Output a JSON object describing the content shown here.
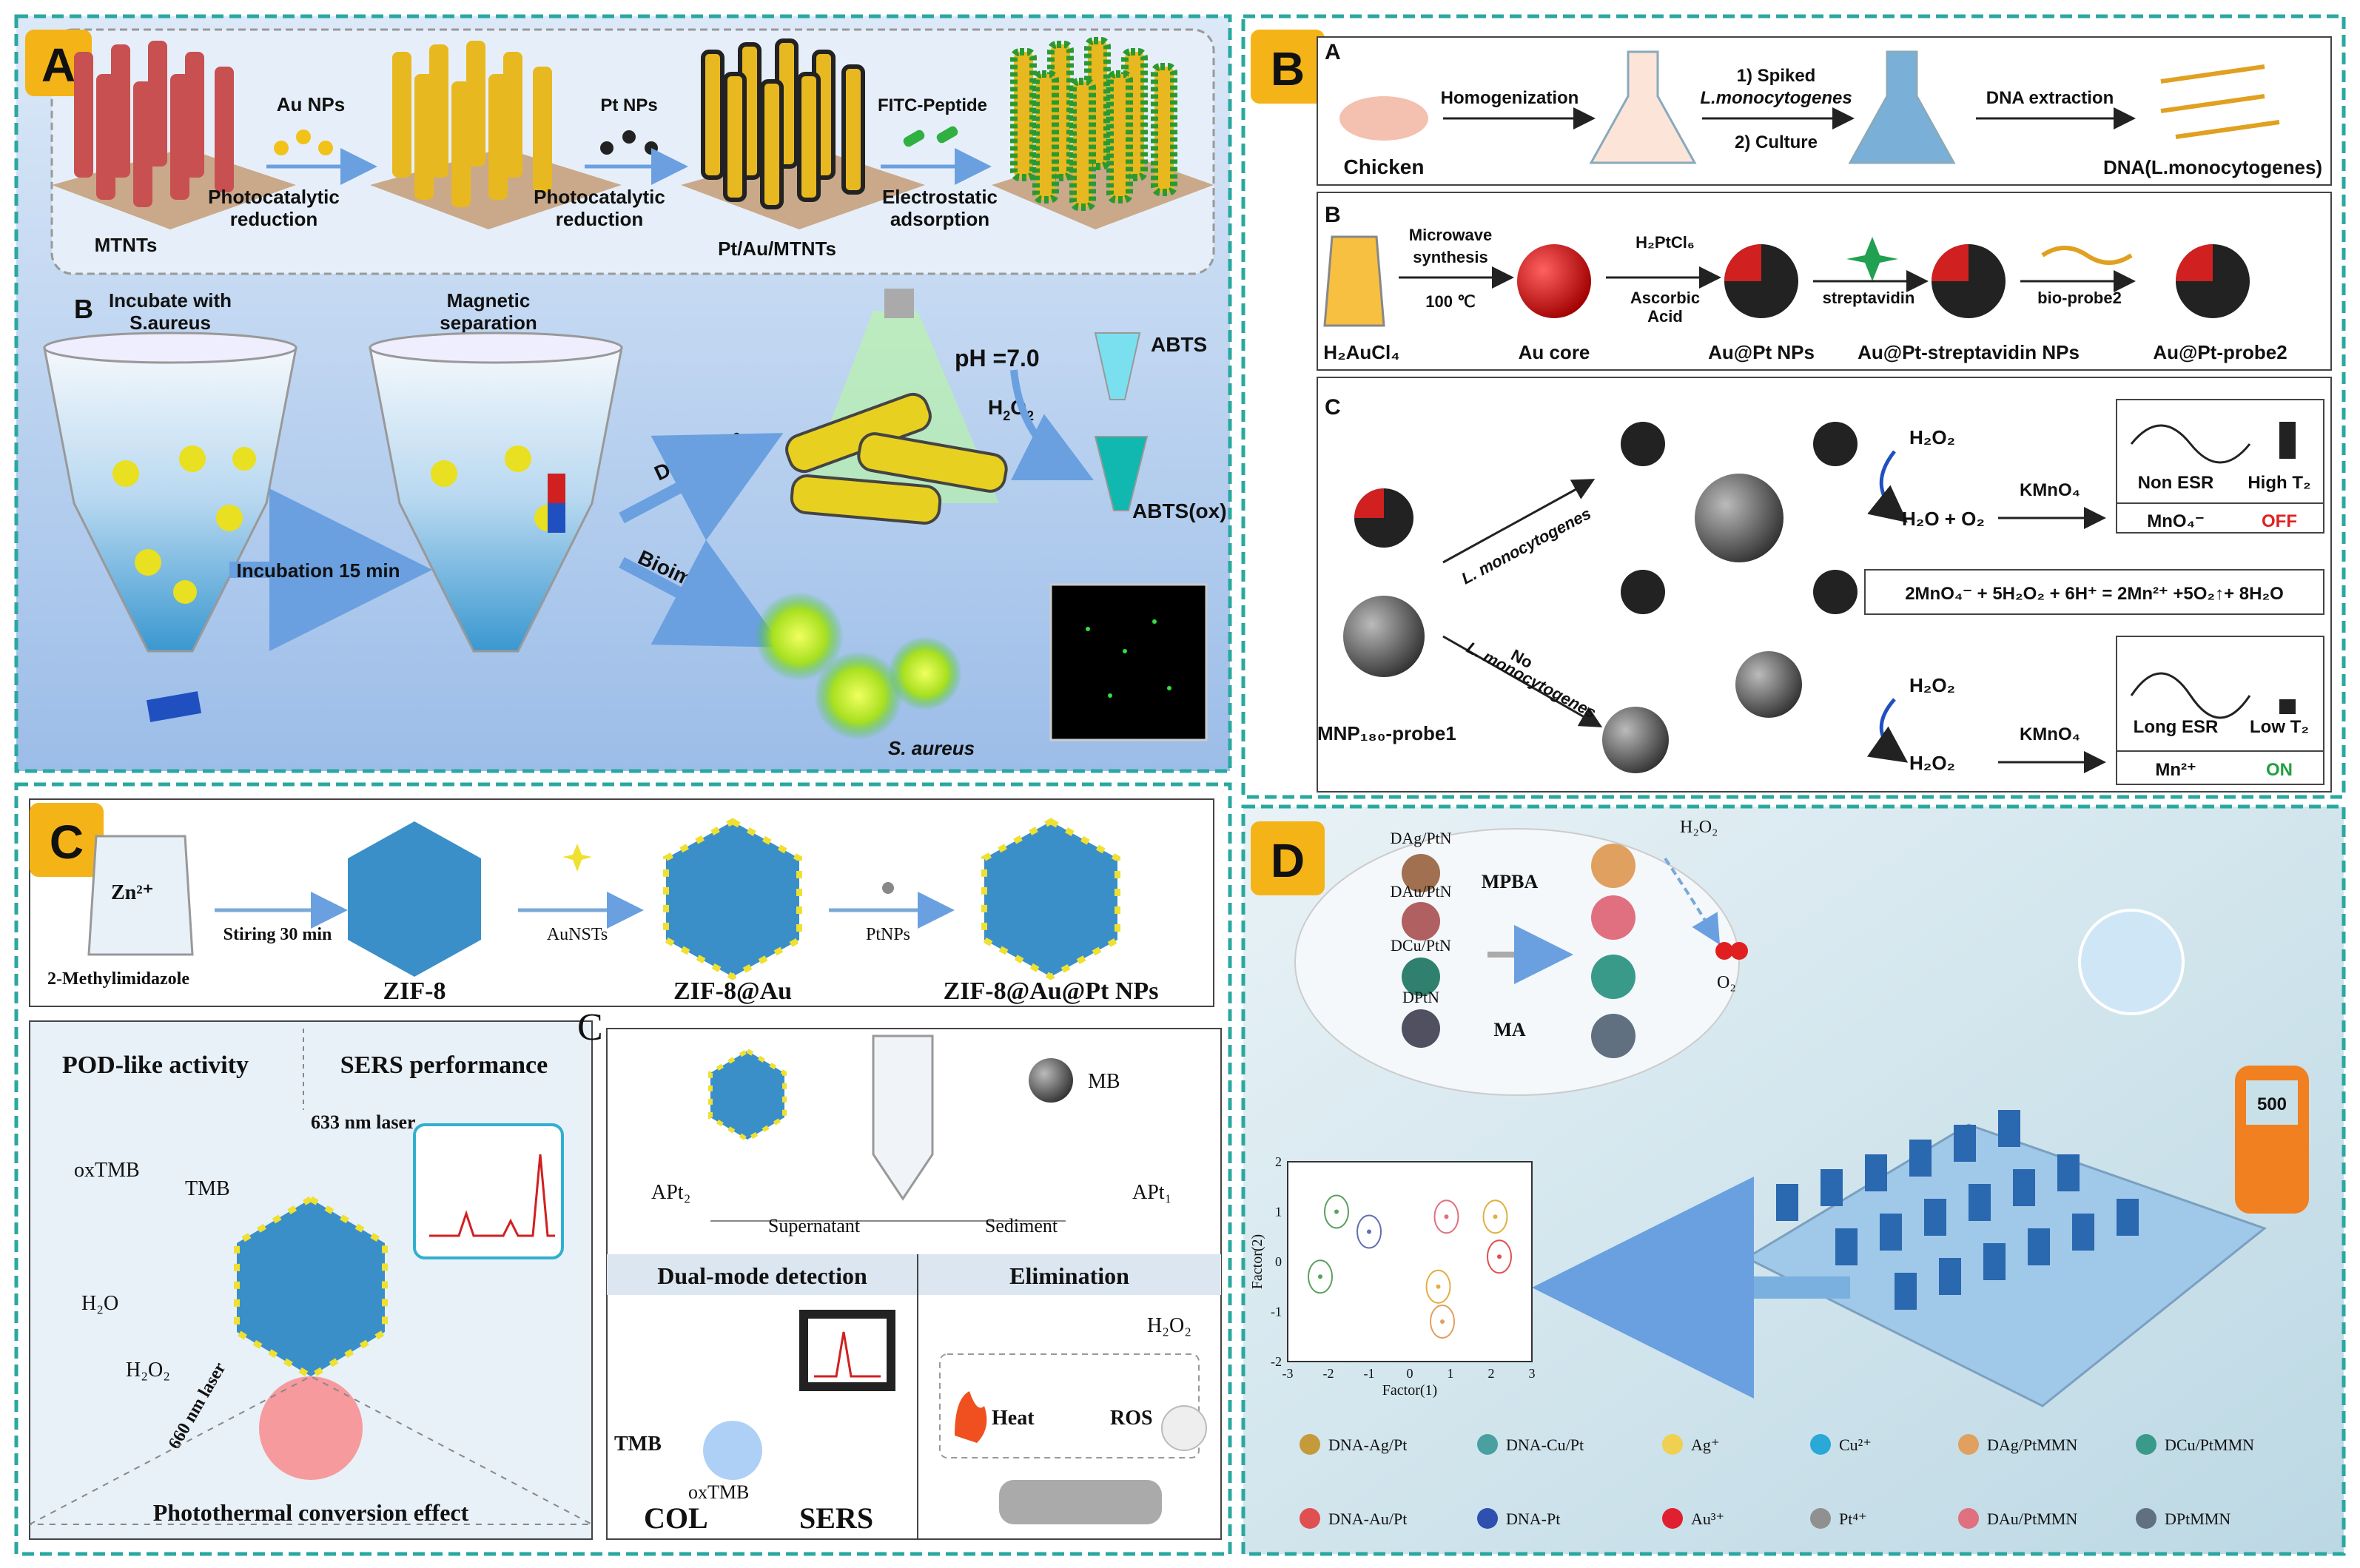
{
  "panelA": {
    "badge": "A",
    "top": {
      "au_nps": "Au NPs",
      "photocatalytic_reduction_1": "Photocatalytic",
      "reduction_1": "reduction",
      "mtnts": "MTNTs",
      "pt_nps": "Pt NPs",
      "photocatalytic_reduction_2": "Photocatalytic",
      "reduction_2": "reduction",
      "pt_au_mtnts": "Pt/Au/MTNTs",
      "fitc": "FITC-Peptide",
      "electrostatic": "Electrostatic",
      "adsorption": "adsorption"
    },
    "sub_b": "B",
    "incubate_1": "Incubate with",
    "incubate_2": "S.aureus",
    "magnetic_1": "Magnetic",
    "magnetic_2": "separation",
    "incubation": "Incubation 15 min",
    "detection": "Detection",
    "bioimaging": "Bioimaging",
    "ph": "pH =7.0",
    "h2o2": "H",
    "h2o2_sub": "2",
    "h2o2_o": "O",
    "abts": "ABTS",
    "abts_ox": "ABTS(ox)",
    "s_aureus": "S. aureus"
  },
  "panelB": {
    "badge": "B",
    "A": {
      "label": "A",
      "chicken": "Chicken",
      "homogenization": "Homogenization",
      "spiked": "1) Spiked",
      "lmono": "L.monocytogenes",
      "culture": "2) Culture",
      "dna_extraction": "DNA extraction",
      "dna": "DNA(L.monocytogenes)"
    },
    "B": {
      "label": "B",
      "microwave_1": "Microwave",
      "microwave_2": "synthesis",
      "temp": "100 ℃",
      "h2ptcl6": "H₂PtCl₆",
      "ascorbic_1": "Ascorbic",
      "ascorbic_2": "Acid",
      "streptavidin": "streptavidin",
      "bioprobe2": "bio-probe2",
      "h2aucl4": "H₂AuCl₄",
      "au_core": "Au core",
      "aupt_nps": "Au@Pt NPs",
      "aupt_strep": "Au@Pt-streptavidin NPs",
      "aupt_probe2": "Au@Pt-probe2"
    },
    "C": {
      "label": "C",
      "lmono": "L. monocytogenes",
      "no": "No",
      "lmono2": "L. monocytogenes",
      "h2o2_top": "H₂O₂",
      "h2o_o2": "H₂O + O₂",
      "kmno4_top": "KMnO₄",
      "non_esr": "Non ESR",
      "high_t2": "High T₂",
      "mno4": "MnO₄⁻",
      "off": "OFF",
      "equation": "2MnO₄⁻ + 5H₂O₂ + 6H⁺ = 2Mn²⁺ +5O₂↑+ 8H₂O",
      "h2o2_bot1": "H₂O₂",
      "h2o2_bot2": "H₂O₂",
      "kmno4_bot": "KMnO₄",
      "long_esr": "Long ESR",
      "low_t2": "Low T₂",
      "mn2": "Mn²⁺",
      "on": "ON",
      "mnp": "MNP₁₈₀-probe1"
    }
  },
  "panelC": {
    "badge": "C",
    "zn": "Zn²⁺",
    "methylimidazole": "2-Methylimidazole",
    "stirring": "Stiring 30 min",
    "zif8": "ZIF-8",
    "aunsts": "AuNSTs",
    "zif8au": "ZIF-8@Au",
    "ptnps": "PtNPs",
    "zif8aupt": "ZIF-8@Au@Pt NPs",
    "pod": "POD-like activity",
    "sers_perf": "SERS performance",
    "laser633": "633 nm laser",
    "oxtmb": "oxTMB",
    "tmb": "TMB",
    "h2o": "H₂O",
    "h2o2": "H₂O₂",
    "laser660": "660 nm laser",
    "photothermal": "Photothermal conversion effect",
    "sub_c": "C",
    "mb": "MB",
    "apt2": "APt₂",
    "apt1": "APt₁",
    "supernatant": "Supernatant",
    "sediment": "Sediment",
    "dual_mode": "Dual-mode detection",
    "elimination": "Elimination",
    "tmb2": "TMB",
    "oxtmb2": "oxTMB",
    "col": "COL",
    "sers": "SERS",
    "h2o2_c": "H₂O₂",
    "heat": "Heat",
    "ros": "ROS"
  },
  "panelD": {
    "badge": "D",
    "dag": "DAg/PtN",
    "dau": "DAu/PtN",
    "dcu": "DCu/PtN",
    "dpt": "DPtN",
    "mpba": "MPBA",
    "ma": "MA",
    "h2o2": "H₂O₂",
    "o2": "O₂",
    "meter": "500",
    "legend": [
      {
        "label": "DNA-Ag/Pt",
        "color": "#c49a3a"
      },
      {
        "label": "DNA-Cu/Pt",
        "color": "#4aa0a0"
      },
      {
        "label": "Ag⁺",
        "color": "#f0d050"
      },
      {
        "label": "Cu²⁺",
        "color": "#2aa8d8"
      },
      {
        "label": "DAg/PtMMN",
        "color": "#e0a060"
      },
      {
        "label": "DCu/PtMMN",
        "color": "#3a9a8a"
      },
      {
        "label": "DNA-Au/Pt",
        "color": "#e05050"
      },
      {
        "label": "DNA-Pt",
        "color": "#3050b0"
      },
      {
        "label": "Au³⁺",
        "color": "#e02030"
      },
      {
        "label": "Pt⁴⁺",
        "color": "#909090"
      },
      {
        "label": "DAu/PtMMN",
        "color": "#e07080"
      },
      {
        "label": "DPtMMN",
        "color": "#607080"
      }
    ]
  },
  "chart_data": {
    "type": "scatter",
    "xlabel": "Factor(1)",
    "ylabel": "Factor(2)",
    "xlim": [
      -3,
      3
    ],
    "ylim": [
      -2,
      2
    ],
    "x_ticks": [
      "-3",
      "-2",
      "-1",
      "0",
      "1",
      "2",
      "3"
    ],
    "y_ticks": [
      "2",
      "1",
      "0",
      "-1",
      "-2"
    ],
    "series": [
      {
        "color": "#5aa060",
        "points": [
          [
            -2.2,
            -0.3
          ]
        ]
      },
      {
        "color": "#5aa060",
        "points": [
          [
            -1.8,
            1.0
          ]
        ]
      },
      {
        "color": "#6070b0",
        "points": [
          [
            -1.0,
            0.6
          ]
        ]
      },
      {
        "color": "#e07080",
        "points": [
          [
            0.9,
            0.9
          ]
        ]
      },
      {
        "color": "#e0b040",
        "points": [
          [
            2.1,
            0.9
          ]
        ]
      },
      {
        "color": "#e05050",
        "points": [
          [
            2.2,
            0.1
          ]
        ]
      },
      {
        "color": "#e0b040",
        "points": [
          [
            0.7,
            -0.5
          ]
        ]
      },
      {
        "color": "#e0a060",
        "points": [
          [
            0.8,
            -1.2
          ]
        ]
      }
    ]
  }
}
